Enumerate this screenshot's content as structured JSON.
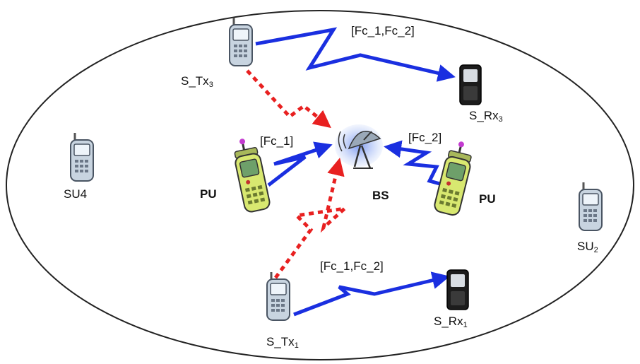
{
  "colors": {
    "data_link": "#1a2fe0",
    "sensing_link": "#e82020",
    "ellipse": "#222222",
    "pu_phone": "#d8e870",
    "su_phone": "#c8d4e0",
    "rx_phone": "#1c1c1c"
  },
  "icons": {
    "secondary_user": "mobile-phone-icon",
    "secondary_receiver": "dark-mobile-phone-icon",
    "primary_user": "walkie-talkie-icon",
    "base_station": "satellite-dish-icon"
  },
  "labels": {
    "s_tx3": {
      "base": "S_Tx",
      "sub": "3"
    },
    "s_rx3": {
      "base": "S_Rx",
      "sub": "3"
    },
    "su4": {
      "base": "SU4",
      "sub": ""
    },
    "su2": {
      "base": "SU",
      "sub": "2"
    },
    "s_tx1": {
      "base": "S_Tx",
      "sub": "1"
    },
    "s_rx1": {
      "base": "S_Rx",
      "sub": "1"
    },
    "pu_left": "PU",
    "pu_right": "PU",
    "bs": "BS",
    "link_top": "[Fc_1,Fc_2]",
    "link_bottom": "[Fc_1,Fc_2]",
    "link_pu_left": "[Fc_1]",
    "link_pu_right": "[Fc_2]"
  }
}
